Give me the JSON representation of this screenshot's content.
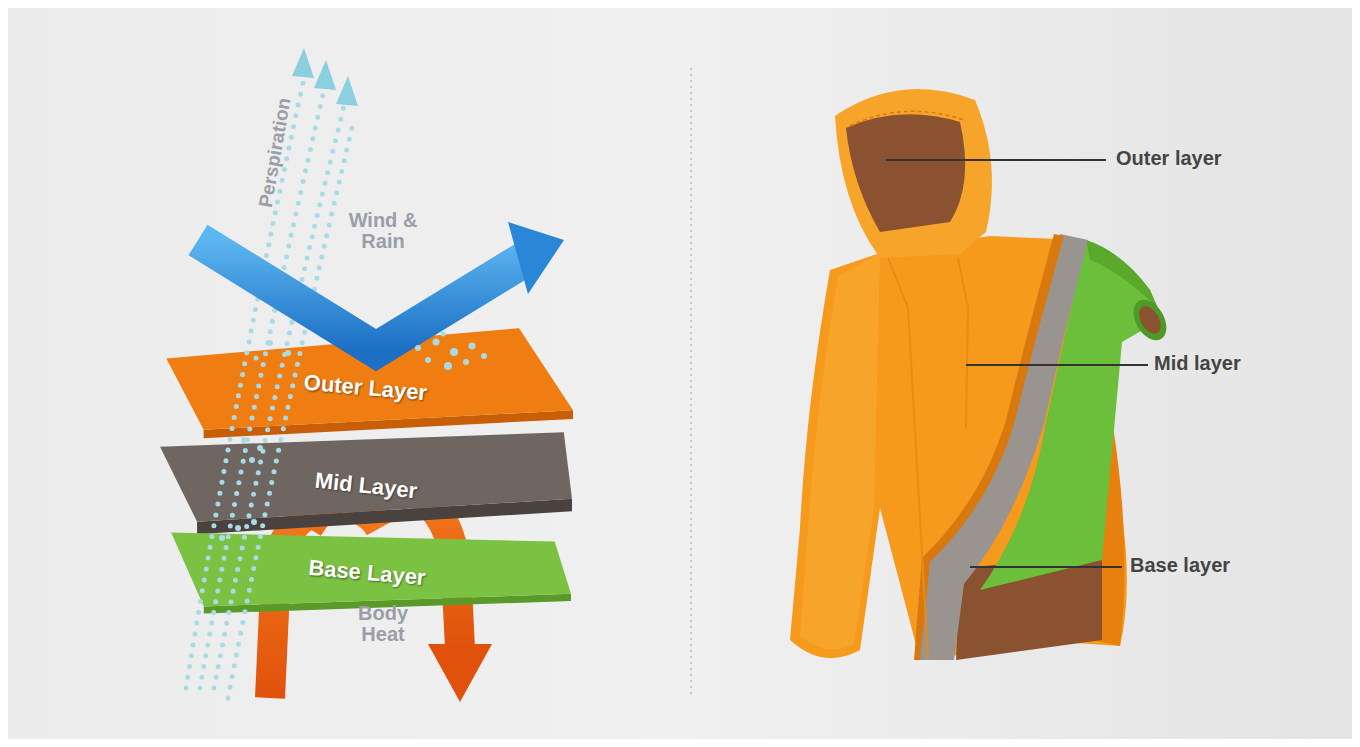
{
  "diagram": {
    "nodes": [
      {
        "text": [
          "Outer Layer"
        ]
      },
      {
        "text": [
          "Mid Layer"
        ]
      },
      {
        "text": [
          "Base Layer"
        ]
      }
    ],
    "labels": [
      "Perspiration",
      "Wind & Rain",
      "Body Heat",
      "Outer layer",
      "Mid layer",
      "Base layer"
    ]
  }
}
